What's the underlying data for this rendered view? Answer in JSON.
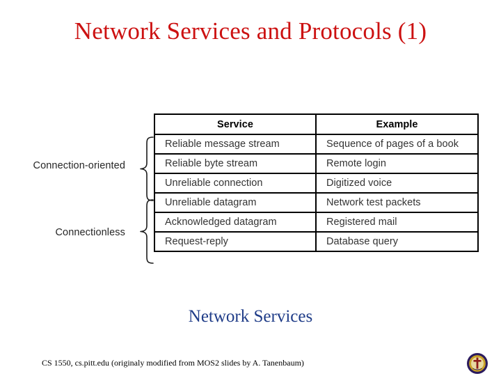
{
  "slide": {
    "title": "Network Services and Protocols (1)",
    "title_color": "#CC1111",
    "background": "#ffffff"
  },
  "figure": {
    "caption": "Network Services",
    "caption_color": "#1F3C88",
    "category_labels": [
      {
        "label": "Connection-oriented",
        "spans_rows": [
          1,
          2,
          3
        ]
      },
      {
        "label": "Connectionless",
        "spans_rows": [
          4,
          5,
          6
        ]
      }
    ],
    "table": {
      "headers": [
        "Service",
        "Example"
      ],
      "rows": [
        {
          "service": "Reliable message stream",
          "example": "Sequence of pages of a book"
        },
        {
          "service": "Reliable byte stream",
          "example": "Remote login"
        },
        {
          "service": "Unreliable connection",
          "example": "Digitized voice"
        },
        {
          "service": "Unreliable datagram",
          "example": "Network test packets"
        },
        {
          "service": "Acknowledged datagram",
          "example": "Registered mail"
        },
        {
          "service": "Request-reply",
          "example": "Database query"
        }
      ]
    }
  },
  "footer": {
    "note": "CS 1550, cs.pitt.edu (originaly modified from MOS2 slides by A. Tanenbaum)",
    "logo": "university-seal-icon"
  }
}
